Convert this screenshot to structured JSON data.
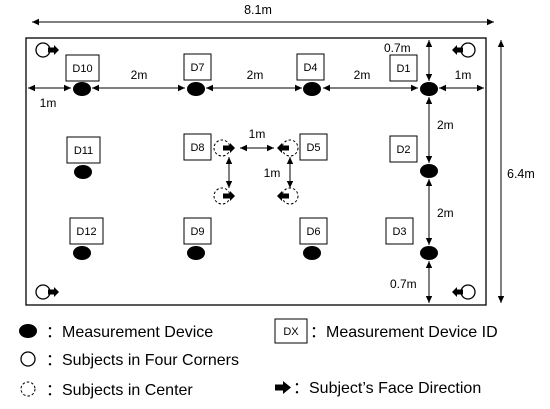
{
  "room": {
    "width_label": "8.1m",
    "height_label": "6.4m"
  },
  "devices": [
    {
      "id": "D1"
    },
    {
      "id": "D2"
    },
    {
      "id": "D3"
    },
    {
      "id": "D4"
    },
    {
      "id": "D5"
    },
    {
      "id": "D6"
    },
    {
      "id": "D7"
    },
    {
      "id": "D8"
    },
    {
      "id": "D9"
    },
    {
      "id": "D10"
    },
    {
      "id": "D11"
    },
    {
      "id": "D12"
    }
  ],
  "measurements": {
    "top_offset": "0.7m",
    "bottom_offset": "0.7m",
    "left_offset": "1m",
    "right_offset": "1m",
    "spacing_d10_d7": "2m",
    "spacing_d7_d4": "2m",
    "spacing_d4_d1": "2m",
    "spacing_d1_d2": "2m",
    "spacing_d2_d3": "2m",
    "center_horizontal": "1m",
    "center_vertical": "1m"
  },
  "legend": {
    "device": "：Measurement Device",
    "corners": "：Subjects in Four Corners",
    "center": "：Subjects in Center",
    "id_box": "DX",
    "id_label": "：Measurement Device ID",
    "face_direction": "：Subject’s Face Direction"
  }
}
